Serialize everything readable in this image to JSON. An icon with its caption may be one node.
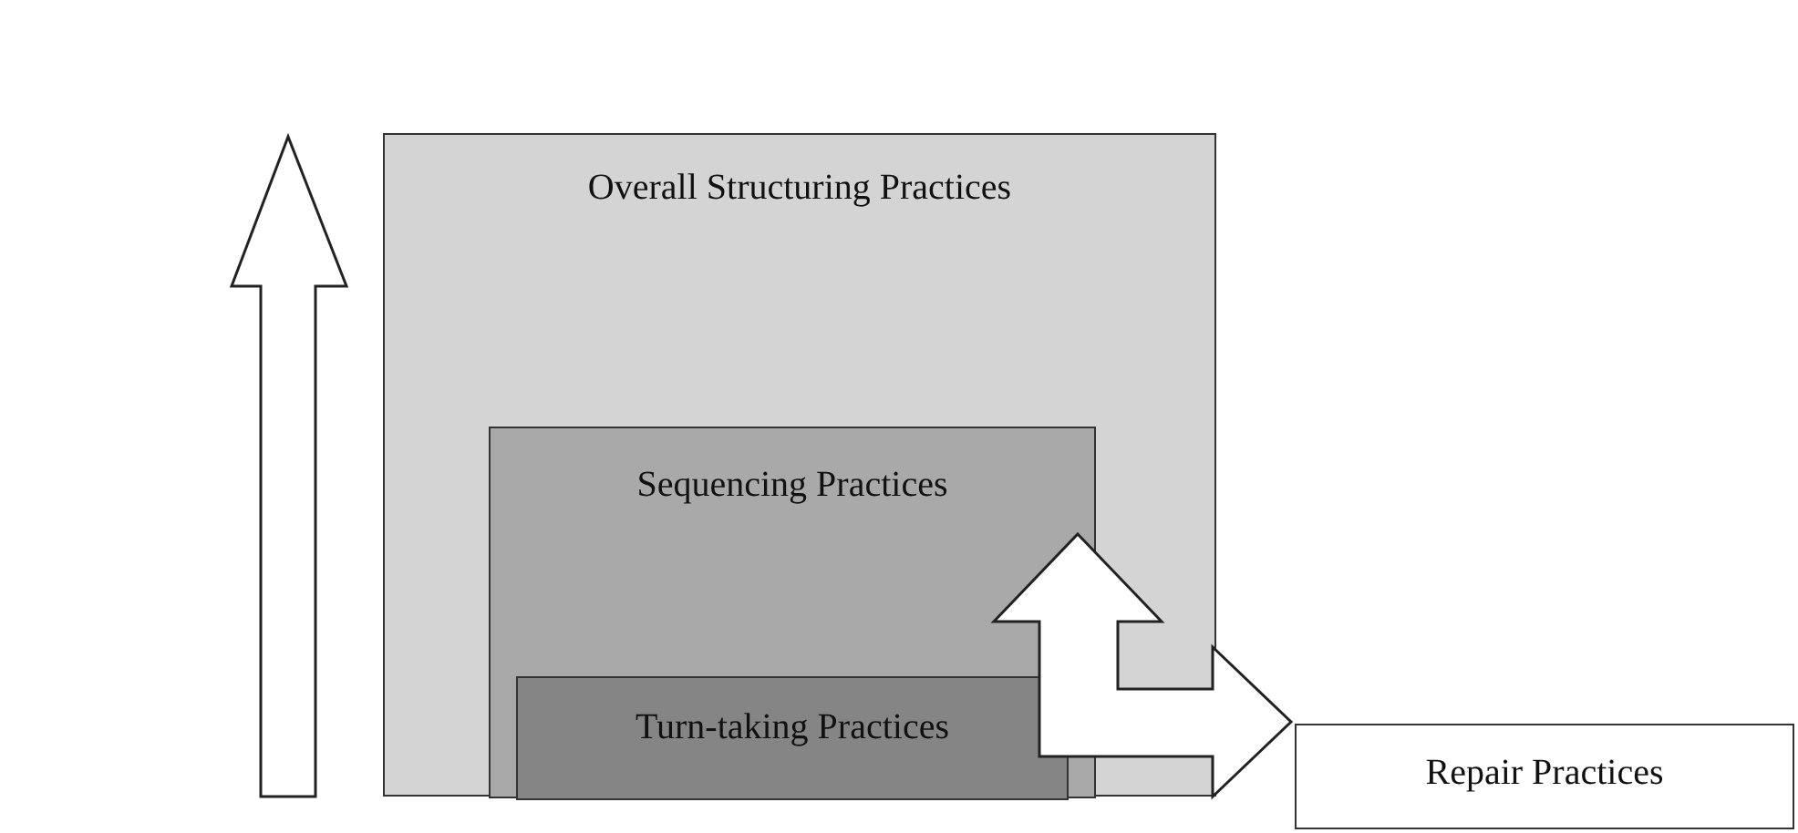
{
  "diagram": {
    "nodes": [
      {
        "text": [
          "Overall Structuring Practices"
        ]
      },
      {
        "text": [
          "Sequencing Practices"
        ],
        "in": 0
      },
      {
        "text": [
          "Turn-taking Practices"
        ],
        "in": 1
      },
      {
        "text": [
          "Repair Practices"
        ]
      }
    ],
    "edges": [
      {
        "from": 1,
        "to": 3,
        "arrow": "both"
      }
    ]
  }
}
